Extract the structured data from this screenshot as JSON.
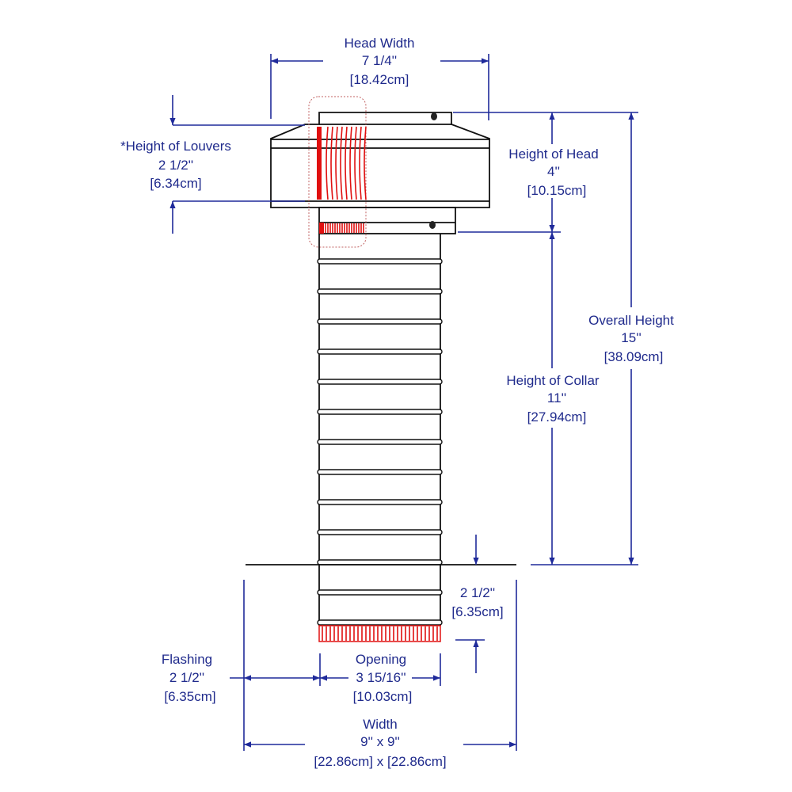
{
  "head_width": {
    "label": "Head Width",
    "imperial": "7 1/4''",
    "metric": "[18.42cm]"
  },
  "louvers": {
    "label": "*Height of Louvers",
    "imperial": "2 1/2''",
    "metric": "[6.34cm]"
  },
  "head_height": {
    "label": "Height of Head",
    "imperial": "4''",
    "metric": "[10.15cm]"
  },
  "overall_height": {
    "label": "Overall Height",
    "imperial": "15''",
    "metric": "[38.09cm]"
  },
  "collar_height": {
    "label": "Height of Collar",
    "imperial": "11''",
    "metric": "[27.94cm]"
  },
  "below_roof": {
    "imperial": "2 1/2''",
    "metric": "[6.35cm]"
  },
  "flashing": {
    "label": "Flashing",
    "imperial": "2 1/2''",
    "metric": "[6.35cm]"
  },
  "opening": {
    "label": "Opening",
    "imperial": "3 15/16''",
    "metric": "[10.03cm]"
  },
  "width": {
    "label": "Width",
    "imperial": "9'' x 9''",
    "metric": "[22.86cm] x [22.86cm]"
  },
  "colors": {
    "dimension": "#1f2a9a",
    "highlight": "#e01010",
    "outline": "#111111"
  }
}
